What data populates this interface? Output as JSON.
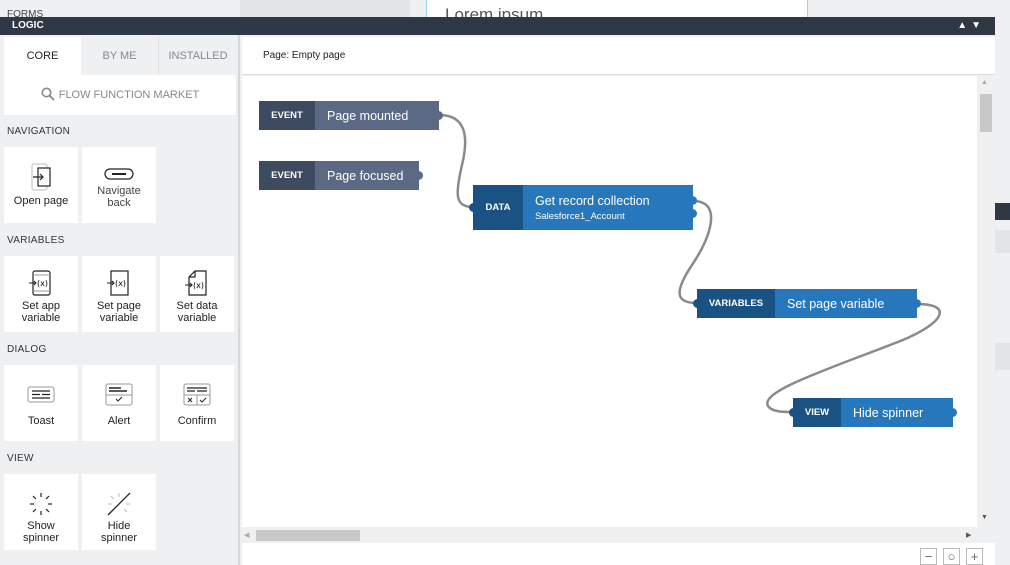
{
  "background": {
    "forms_label": "FORMS",
    "lorem": "Lorem ipsum"
  },
  "panel": {
    "title": "LOGIC",
    "arrows": "▲▼"
  },
  "tabs": [
    {
      "label": "CORE",
      "active": true
    },
    {
      "label": "BY ME"
    },
    {
      "label": "INSTALLED"
    }
  ],
  "market": {
    "label": "FLOW FUNCTION MARKET",
    "icon": "search-icon"
  },
  "sections": [
    {
      "title": "NAVIGATION",
      "items": [
        {
          "label": "Open page",
          "icon": "open-page-icon"
        },
        {
          "label": "Navigate back",
          "icon": "navigate-back-icon"
        }
      ]
    },
    {
      "title": "VARIABLES",
      "items": [
        {
          "label": "Set app variable",
          "icon": "set-app-variable-icon"
        },
        {
          "label": "Set page variable",
          "icon": "set-page-variable-icon"
        },
        {
          "label": "Set data variable",
          "icon": "set-data-variable-icon"
        }
      ]
    },
    {
      "title": "DIALOG",
      "items": [
        {
          "label": "Toast",
          "icon": "toast-icon"
        },
        {
          "label": "Alert",
          "icon": "alert-icon"
        },
        {
          "label": "Confirm",
          "icon": "confirm-icon"
        }
      ]
    },
    {
      "title": "VIEW",
      "items": [
        {
          "label": "Show spinner",
          "icon": "show-spinner-icon"
        },
        {
          "label": "Hide spinner",
          "icon": "hide-spinner-icon"
        }
      ]
    }
  ],
  "canvas": {
    "page_label": "Page: Empty page"
  },
  "nodes": [
    {
      "type": "EVENT",
      "label": "Page mounted"
    },
    {
      "type": "EVENT",
      "label": "Page focused"
    },
    {
      "type": "DATA",
      "label": "Get record collection",
      "sub": "Salesforce1_Account"
    },
    {
      "type": "VARIABLES",
      "label": "Set page variable"
    },
    {
      "type": "VIEW",
      "label": "Hide spinner"
    }
  ],
  "zoom": {
    "out": "−",
    "reset": "○",
    "in": "+"
  },
  "colors": {
    "event_tag": "#3d4a5f",
    "event_body": "#5b6985",
    "block_tag": "#1b5284",
    "block_body": "#2677bc",
    "topbar": "#2f3845"
  }
}
